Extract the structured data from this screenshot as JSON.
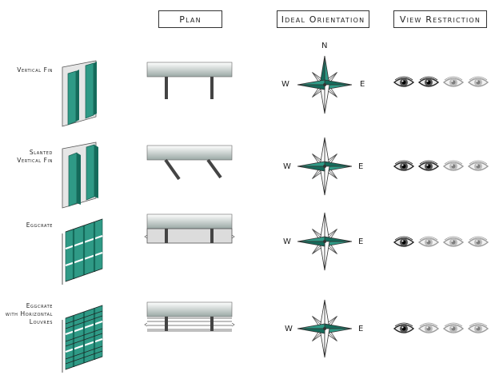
{
  "headers": {
    "plan": "Plan",
    "orientation": "Ideal Orientation",
    "restriction": "View Restriction"
  },
  "colors": {
    "fin": "#2f9a86",
    "fin_dark": "#156b5b",
    "panel": "#d9d9d9",
    "line": "#333333"
  },
  "compass_letters": {
    "n": "N",
    "w": "W",
    "e": "E"
  },
  "rows": [
    {
      "label_lines": [
        "Vertical Fin"
      ],
      "compass_highlight": [
        "N",
        "E",
        "W"
      ],
      "restriction_level": 2,
      "icons": [
        "eye-icon",
        "eye-icon",
        "eye-icon",
        "eye-icon"
      ],
      "show_n": true
    },
    {
      "label_lines": [
        "Slanted",
        "Vertical Fin"
      ],
      "compass_highlight": [
        "E",
        "W"
      ],
      "restriction_level": 2,
      "icons": [
        "eye-icon",
        "eye-icon",
        "eye-icon",
        "eye-icon"
      ],
      "show_n": false
    },
    {
      "label_lines": [
        "Eggcrate"
      ],
      "compass_highlight": [
        "E",
        "W"
      ],
      "restriction_level": 1,
      "icons": [
        "eye-icon",
        "eye-icon",
        "eye-icon",
        "eye-icon"
      ],
      "show_n": false
    },
    {
      "label_lines": [
        "Eggcrate",
        "with Horizontal",
        "Louvres"
      ],
      "compass_highlight": [
        "E",
        "W"
      ],
      "restriction_level": 1,
      "icons": [
        "eye-icon",
        "eye-icon",
        "eye-icon",
        "eye-icon"
      ],
      "show_n": false
    }
  ]
}
